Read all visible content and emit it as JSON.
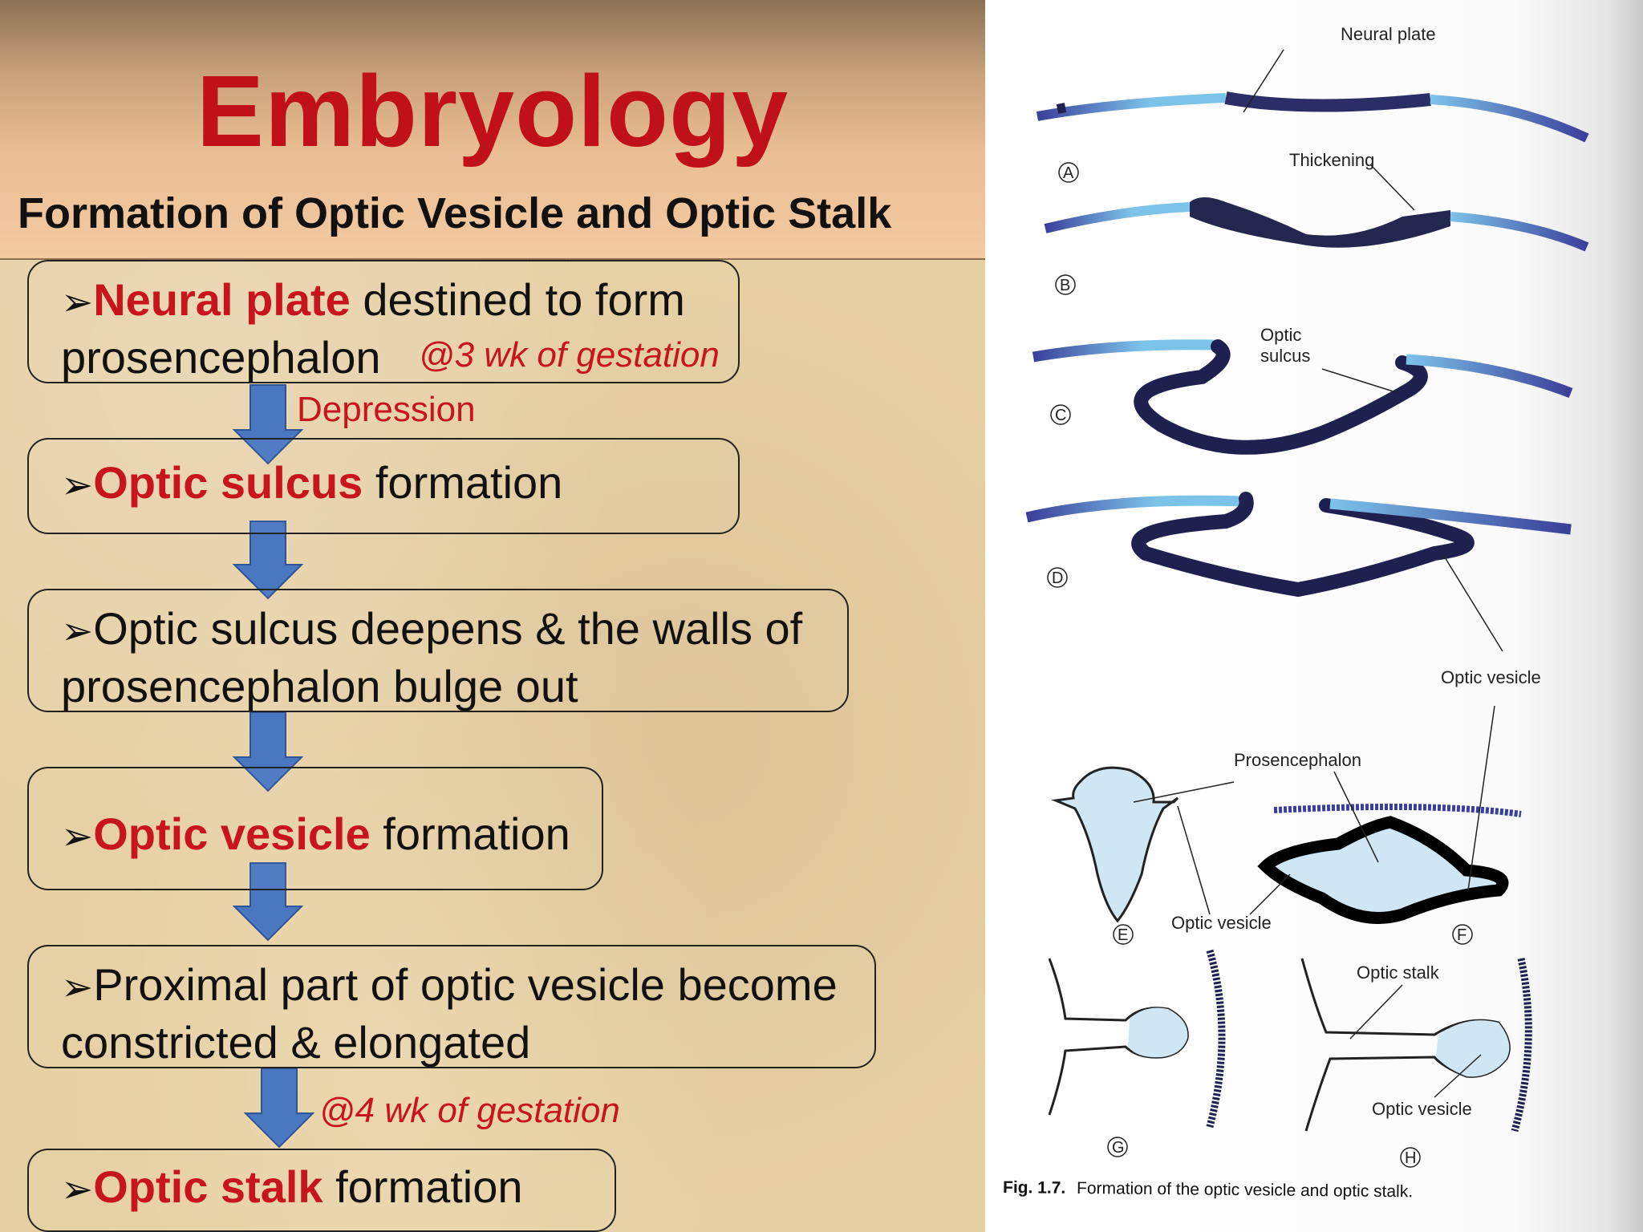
{
  "slide": {
    "title": "Embryology",
    "subtitle": "Formation of Optic Vesicle and Optic Stalk",
    "bullet_marker": "➢",
    "steps": [
      {
        "highlight": "Neural plate",
        "line1_rest": " destined to form",
        "line2": "prosencephalon"
      },
      {
        "highlight": "Optic sulcus",
        "rest": " formation"
      },
      {
        "line1": "Optic sulcus deepens & the walls of",
        "line2": "prosencephalon bulge out"
      },
      {
        "highlight": "Optic vesicle",
        "rest": " formation"
      },
      {
        "line1": "Proximal part of optic vesicle become",
        "line2": "constricted & elongated"
      },
      {
        "highlight": "Optic stalk",
        "rest": " formation"
      }
    ],
    "notes": {
      "gestation_3wk": "@3 wk of gestation",
      "depression": "Depression",
      "gestation_4wk": "@4 wk of gestation"
    },
    "colors": {
      "title": "#c0111a",
      "highlight": "#c8141c",
      "arrow": "#4a78c0",
      "header_top": "#8a7156",
      "header_bottom": "#f3c9a0",
      "texture": "#e6cfa3"
    }
  },
  "figure": {
    "labels": {
      "neural_plate": "Neural plate",
      "thickening": "Thickening",
      "optic_sulcus_1": "Optic",
      "optic_sulcus_2": "sulcus",
      "optic_vesicle_d": "Optic vesicle",
      "prosencephalon": "Prosencephalon",
      "optic_vesicle_ef": "Optic vesicle",
      "optic_stalk": "Optic stalk",
      "optic_vesicle_h": "Optic vesicle"
    },
    "panel_letters": [
      "A",
      "B",
      "C",
      "D",
      "E",
      "F",
      "G",
      "H"
    ],
    "caption_bold": "Fig. 1.7.",
    "caption_text": "Formation of the optic vesicle and optic stalk.",
    "colors": {
      "dark": "#1e2150",
      "light": "#7cc3ea",
      "fill": "#cfe6f4"
    }
  }
}
